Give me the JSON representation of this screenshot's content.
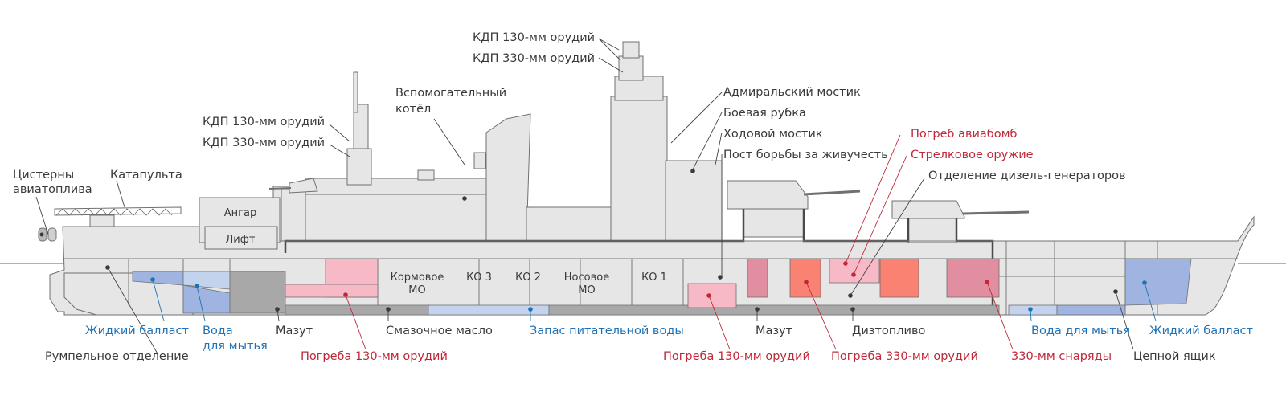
{
  "colors": {
    "hull": "#e6e6e6",
    "outline": "#707070",
    "armor": "#4a4a4a",
    "waterline": "#2aa0d8",
    "fuel": "#a8a8a8",
    "ballast": "#9fb4e0",
    "wash_water": "#c3d3ee",
    "feed_water": "#c3d3ee",
    "magazine_130": "#f7b9c6",
    "magazine_330": "#fa8273",
    "shells_330": "#e08ea0",
    "bomb_magazine": "#f7b9c6",
    "label_dark": "#3a3a3a",
    "label_red": "#c0283a",
    "label_blue": "#1f72b6"
  },
  "rooms": {
    "hangar": "Ангар",
    "lift": "Лифт",
    "aft_engine": [
      "Кормовое",
      "МО"
    ],
    "boiler3": "КО 3",
    "boiler2": "КО 2",
    "fwd_engine": [
      "Носовое",
      "МО"
    ],
    "boiler1": "КО 1"
  },
  "labels": {
    "aviation_fuel_tanks": [
      "Цистерны",
      "авиатоплива"
    ],
    "catapult": "Катапульта",
    "aft_fcs_130": "КДП 130-мм орудий",
    "aft_fcs_330": "КДП 330-мм орудий",
    "aux_boiler": [
      "Вспомогательный",
      "котёл"
    ],
    "fwd_fcs_130": "КДП 130-мм орудий",
    "fwd_fcs_330": "КДП 330-мм орудий",
    "admiral_bridge": "Адмиральский мостик",
    "conning_tower": "Боевая рубка",
    "nav_bridge": "Ходовой мостик",
    "damage_control": "Пост борьбы за живучесть",
    "bomb_magazine": "Погреб авиабомб",
    "small_arms": "Стрелковое оружие",
    "diesel_generators": "Отделение дизель-генераторов",
    "ballast_aft": "Жидкий балласт",
    "wash_water_aft": [
      "Вода",
      "для мытья"
    ],
    "fuel_oil_aft": "Мазут",
    "lube_oil": "Смазочное масло",
    "feed_water": "Запас питательной воды",
    "fuel_oil_fwd": "Мазут",
    "diesel_fuel": "Дизтопливо",
    "wash_water_fwd": "Вода для мытья",
    "ballast_fwd": "Жидкий балласт",
    "steering": "Румпельное отделение",
    "mag_130_aft": "Погреба 130-мм орудий",
    "mag_130_fwd": "Погреба 130-мм орудий",
    "mag_330": "Погреба 330-мм орудий",
    "shells_330": "330-мм снаряды",
    "chain_locker": "Цепной ящик"
  }
}
